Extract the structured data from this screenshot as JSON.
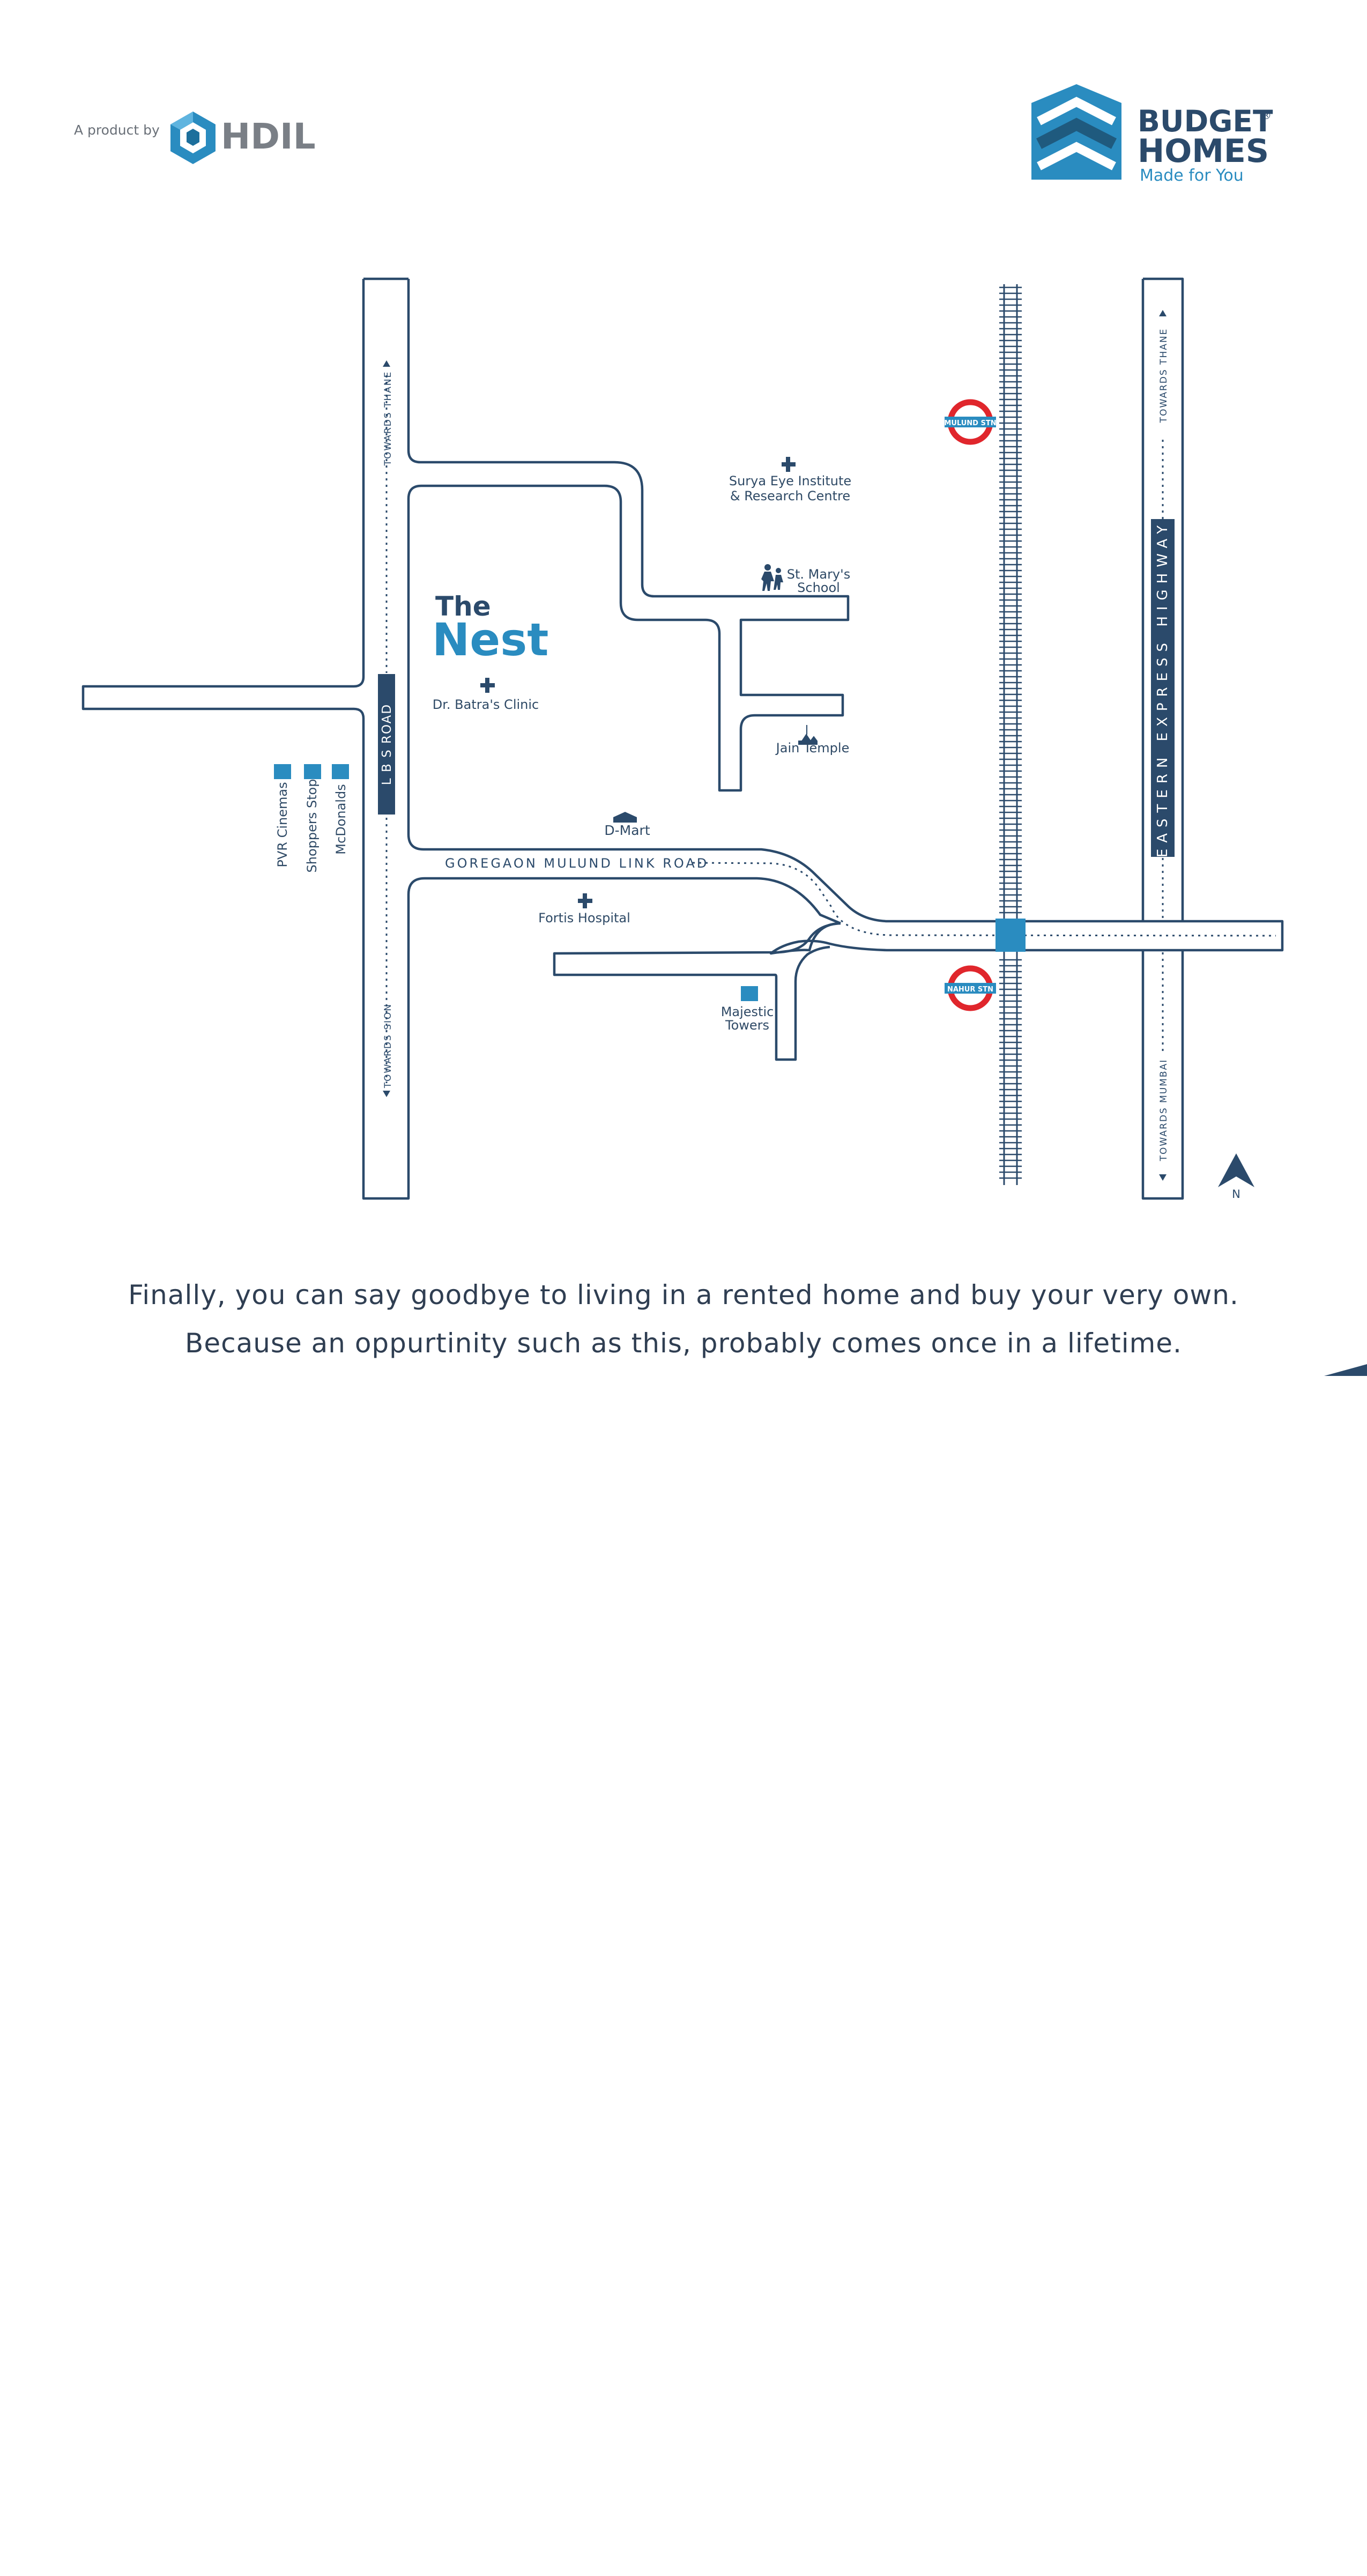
{
  "header": {
    "product_by": "A product by",
    "hdil_logo": "HDIL",
    "brand_line1": "BUDGET",
    "brand_line2": "HOMES",
    "brand_tagline": "Made for You",
    "registered_mark": "®"
  },
  "map": {
    "project_the": "The",
    "project_name": "Nest",
    "roads": {
      "lbs_road": "L B S ROAD",
      "lbs_towards_thane": "TOWARDS THANE",
      "lbs_towards_sion": "TOWARDS SION",
      "eastern_express_highway": "EASTERN EXPRESS HIGHWAY",
      "eeh_towards_thane": "TOWARDS THANE",
      "eeh_towards_mumbai": "TOWARDS MUMBAI",
      "goregaon_mulund_link_road": "GOREGAON MULUND LINK ROAD"
    },
    "stations": {
      "mulund": "MULUND STN",
      "nahur": "NAHUR STN"
    },
    "landmarks": {
      "surya_line1": "Surya Eye Institute",
      "surya_line2": "& Research Centre",
      "st_marys_line1": "St. Mary's",
      "st_marys_line2": "School",
      "dr_batra": "Dr. Batra's Clinic",
      "jain_temple": "Jain Temple",
      "d_mart": "D-Mart",
      "fortis": "Fortis Hospital",
      "majestic_line1": "Majestic",
      "majestic_line2": "Towers",
      "pvr": "PVR Cinemas",
      "shoppers_stop": "Shoppers Stop",
      "mcdonalds": "McDonalds"
    },
    "north": "N"
  },
  "tagline": {
    "line1": "Finally, you can say goodbye to living in a rented home and buy your very own.",
    "line2": "Because an oppurtinity such as this, probably comes once in a lifetime."
  },
  "colors": {
    "navy": "#2b4a6b",
    "blue": "#2a8cc0",
    "dark_label": "#2f4a66",
    "station_red": "#e0262c",
    "grey_logo": "#7a7f86"
  }
}
